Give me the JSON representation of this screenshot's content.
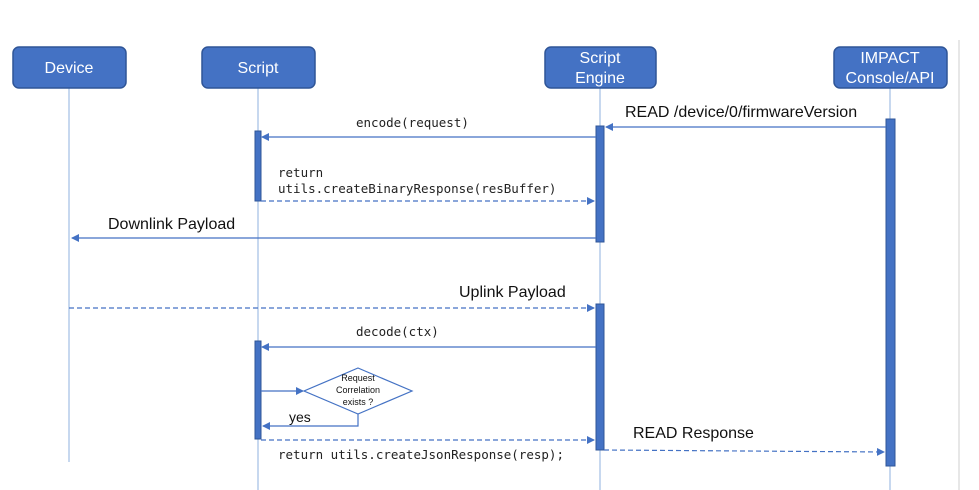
{
  "actors": {
    "device": "Device",
    "script": "Script",
    "engine_line1": "Script",
    "engine_line2": "Engine",
    "impact_line1": "IMPACT",
    "impact_line2": "Console/API"
  },
  "messages": {
    "read_firmware": "READ /device/0/firmwareVersion",
    "encode": "encode(request)",
    "return_line1": "return",
    "return_line2": "utils.createBinaryResponse(resBuffer)",
    "downlink": "Downlink Payload",
    "uplink": "Uplink Payload",
    "decode": "decode(ctx)",
    "yes": "yes",
    "return_json": "return utils.createJsonResponse(resp);",
    "read_response": "READ Response"
  },
  "decision": {
    "line1": "Request",
    "line2": "Correlation",
    "line3": "exists ?"
  },
  "colors": {
    "actor_fill": "#4472c4",
    "actor_border": "#2f5597",
    "lifeline": "#a9c4e6",
    "arrow": "#4472c4"
  }
}
